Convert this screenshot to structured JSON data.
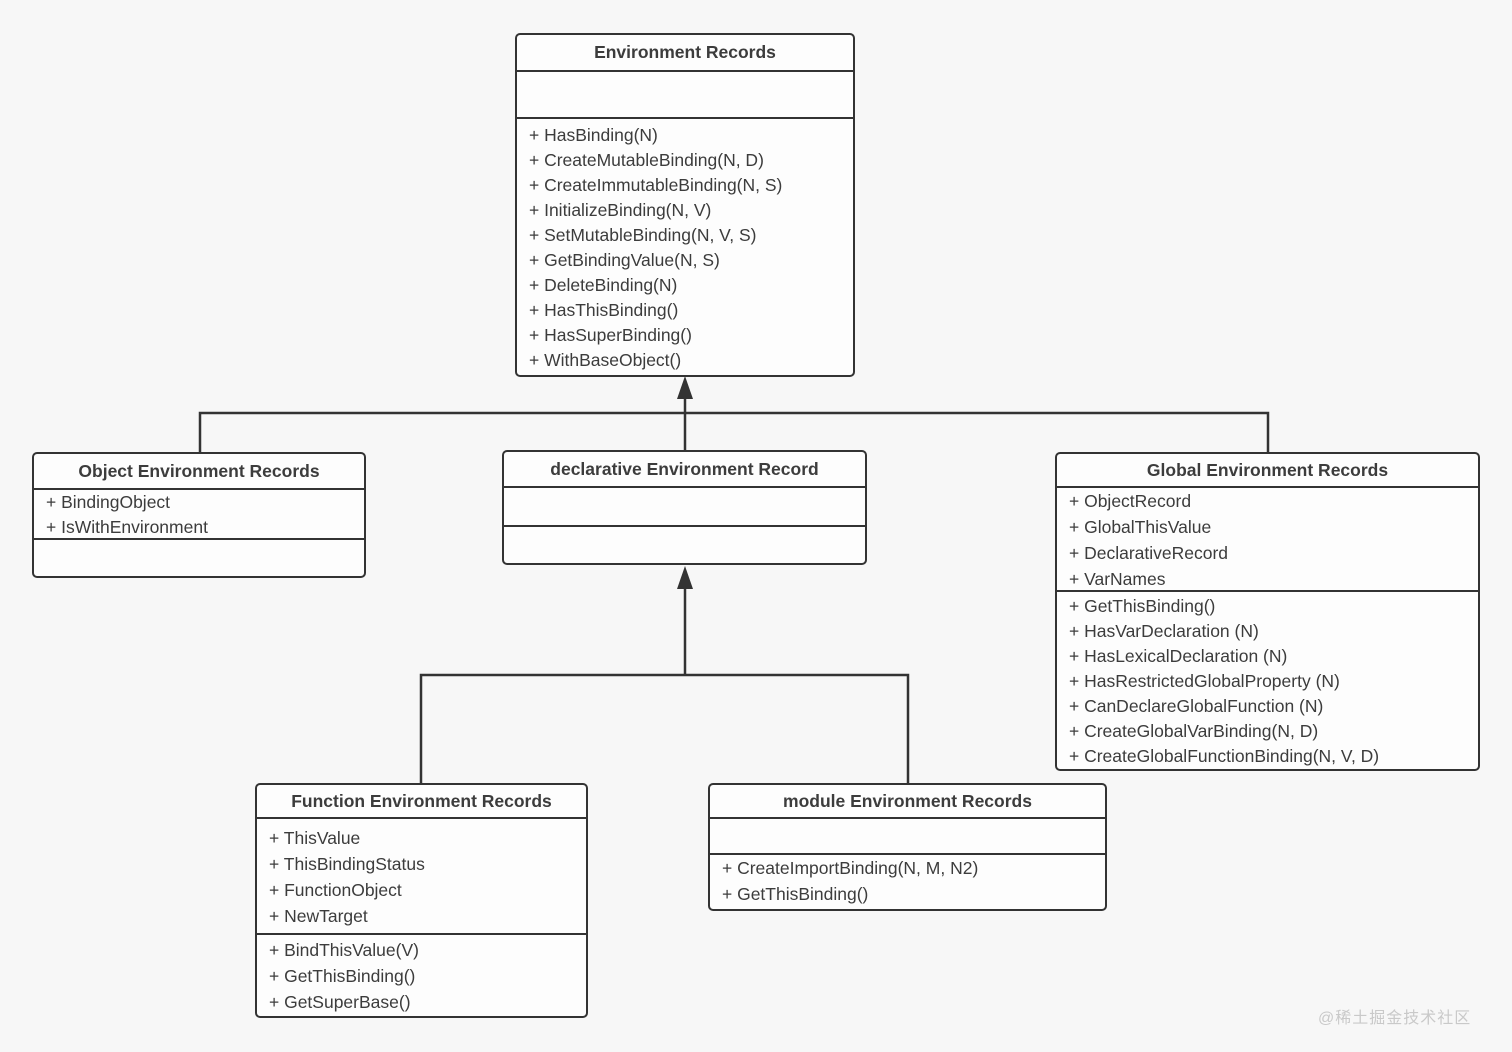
{
  "colors": {
    "line": "#333333",
    "background": "#f7f7f7",
    "box_fill": "#fdfdfd",
    "text": "#3c3c3c",
    "watermark": "#c9c9c9"
  },
  "classes": {
    "environment_records": {
      "title": "Environment Records",
      "attributes": [],
      "methods": [
        "+ HasBinding(N)",
        "+ CreateMutableBinding(N, D)",
        "+ CreateImmutableBinding(N, S)",
        "+ InitializeBinding(N, V)",
        "+ SetMutableBinding(N, V, S)",
        "+ GetBindingValue(N, S)",
        "+ DeleteBinding(N)",
        "+ HasThisBinding()",
        "+ HasSuperBinding()",
        "+ WithBaseObject()"
      ]
    },
    "object_environment_records": {
      "title": "Object Environment Records",
      "attributes": [
        "+ BindingObject",
        "+ IsWithEnvironment"
      ],
      "methods": []
    },
    "declarative_environment_record": {
      "title": "declarative Environment Record",
      "attributes": [],
      "methods": []
    },
    "global_environment_records": {
      "title": "Global Environment Records",
      "attributes": [
        "+ ObjectRecord",
        "+ GlobalThisValue",
        "+ DeclarativeRecord",
        "+ VarNames"
      ],
      "methods": [
        "+ GetThisBinding()",
        "+ HasVarDeclaration (N)",
        "+ HasLexicalDeclaration (N)",
        "+ HasRestrictedGlobalProperty (N)",
        "+ CanDeclareGlobalFunction (N)",
        "+ CreateGlobalVarBinding(N, D)",
        "+ CreateGlobalFunctionBinding(N, V, D)"
      ]
    },
    "function_environment_records": {
      "title": "Function Environment Records",
      "attributes": [
        "+ ThisValue",
        "+ ThisBindingStatus",
        "+ FunctionObject",
        "+ NewTarget"
      ],
      "methods": [
        "+ BindThisValue(V)",
        "+ GetThisBinding()",
        "+ GetSuperBase()"
      ]
    },
    "module_environment_records": {
      "title": "module Environment Records",
      "attributes": [],
      "methods": [
        "+ CreateImportBinding(N, M, N2)",
        "+ GetThisBinding()"
      ]
    }
  },
  "watermark": {
    "text": "@稀土掘金技术社区"
  }
}
